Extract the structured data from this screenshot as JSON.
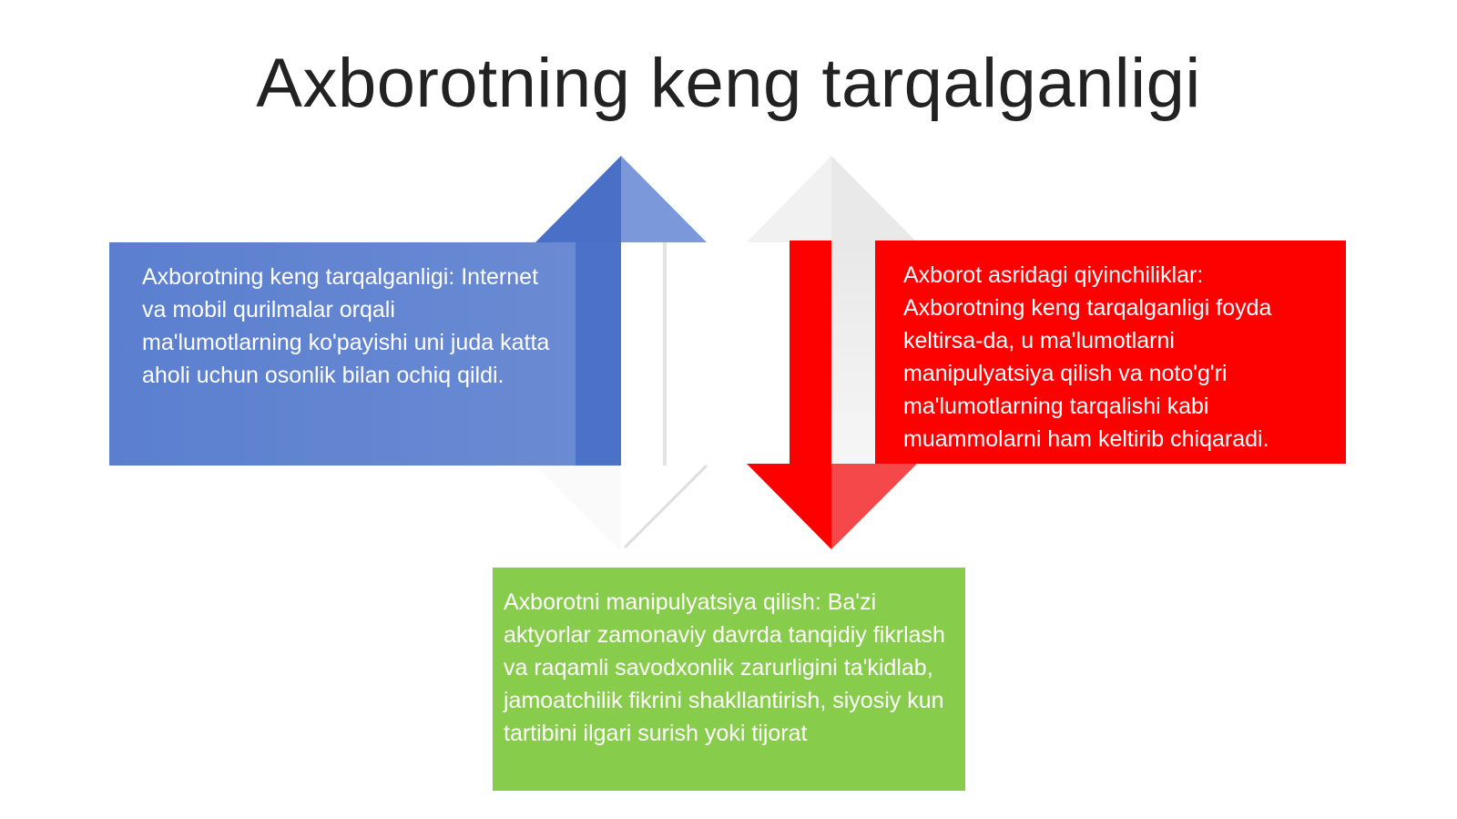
{
  "slide": {
    "title": "Axborotning keng tarqalganligi"
  },
  "boxes": {
    "blue": {
      "text": "Axborotning keng tarqalganligi: Internet va mobil qurilmalar orqali ma'lumotlarning ko'payishi uni juda katta aholi uchun osonlik bilan ochiq qildi."
    },
    "red": {
      "text": "Axborot asridagi qiyinchiliklar: Axborotning keng tarqalganligi foyda keltirsa-da, u ma'lumotlarni manipulyatsiya qilish va noto'g'ri ma'lumotlarning tarqalishi kabi muammolarni ham keltirib chiqaradi."
    },
    "green": {
      "text": "Axborotni manipulyatsiya qilish: Ba'zi aktyorlar zamonaviy davrda tanqidiy fikrlash va raqamli savodxonlik zarurligini ta'kidlab, jamoatchilik fikrini shakllantirish, siyosiy kun tartibini ilgari surish yoki tijorat"
    }
  },
  "colors": {
    "blue": "#5b7fcf",
    "red": "#fd0000",
    "green": "#88cc4b",
    "title": "#222222"
  }
}
